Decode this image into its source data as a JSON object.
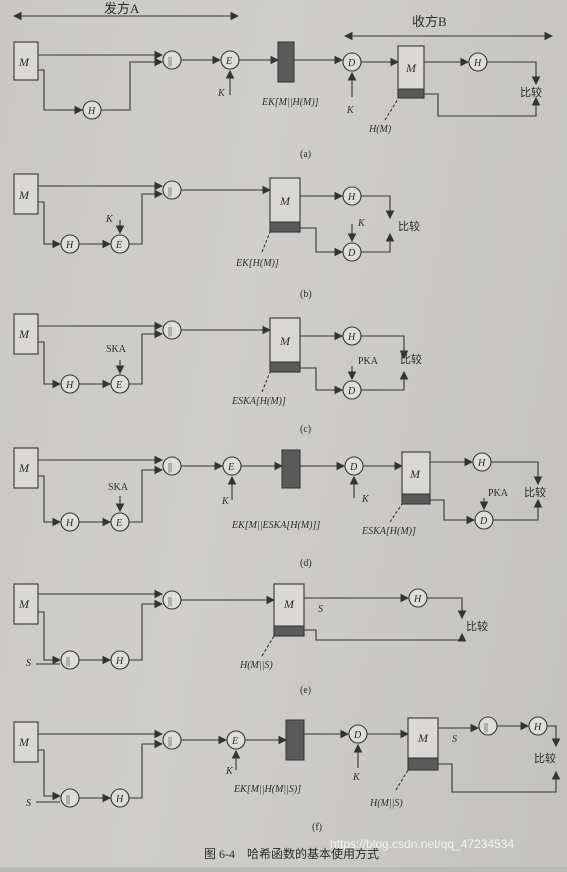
{
  "header": {
    "sender": "发方A",
    "receiver": "收方B"
  },
  "symbols": {
    "M": "M",
    "H": "H",
    "E": "E",
    "D": "D",
    "K": "K",
    "S": "S",
    "concat": "||",
    "compare": "比较",
    "SKA": "SKA",
    "PKA": "PKA"
  },
  "labels": {
    "a_cipher": "EK[M||H(M)]",
    "a_hash": "H(M)",
    "b_cipher": "EK[H(M)]",
    "c_cipher": "ESKA[H(M)]",
    "d_cipher1": "EK[M||ESKA[H(M)]]",
    "d_cipher2": "ESKA[H(M)]",
    "e_hash": "H(M||S)",
    "f_cipher": "EK[M||H(M||S)]",
    "f_hash": "H(M||S)"
  },
  "sublabels": [
    "(a)",
    "(b)",
    "(c)",
    "(d)",
    "(e)",
    "(f)"
  ],
  "caption": "图 6-4　哈希函数的基本使用方式",
  "watermark": "https://blog.csdn.net/qq_47234534"
}
